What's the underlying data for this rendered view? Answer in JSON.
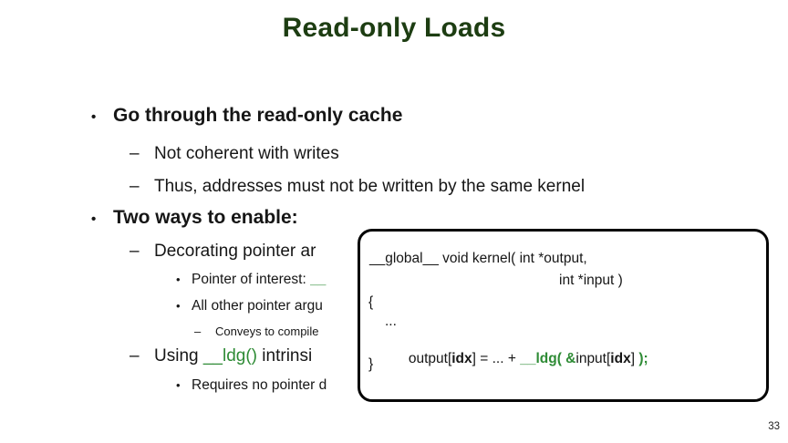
{
  "title": "Read-only Loads",
  "page_number": "33",
  "colors": {
    "title_green": "#1d3d12",
    "accent_green": "#2e8b35",
    "text_color": "#161616",
    "code_box_border": "#050505",
    "background": "#ffffff"
  },
  "bullets": [
    {
      "marker": "•",
      "text": "Go through the read-only cache"
    },
    {
      "marker": "–",
      "text": "Not coherent with writes"
    },
    {
      "marker": "–",
      "text": "Thus, addresses must not be written by the same kernel"
    },
    {
      "marker": "•",
      "text": "Two ways to enable:"
    },
    {
      "marker": "–",
      "text": "Decorating pointer ar"
    },
    {
      "marker": "•",
      "prefix": "Pointer of interest: ",
      "green": "__"
    },
    {
      "marker": "•",
      "text": "All other pointer argu"
    },
    {
      "marker": "–",
      "text": "Conveys to compile"
    },
    {
      "marker": "–",
      "prefix": "Using ",
      "green": "__ldg()",
      "suffix": " intrinsi"
    },
    {
      "marker": "•",
      "text": "Requires no pointer d"
    }
  ],
  "code": {
    "line1": "__global__ void kernel( int *output,",
    "line2": "int *input )",
    "line3": "{",
    "line4": "...",
    "line5": {
      "s1": "output[",
      "s2": "idx",
      "s3": "] = ... + ",
      "s4": "__ldg( &",
      "s5": "input[",
      "s6": "idx",
      "s7": "] ",
      "s8": ");"
    },
    "line6": "}"
  }
}
